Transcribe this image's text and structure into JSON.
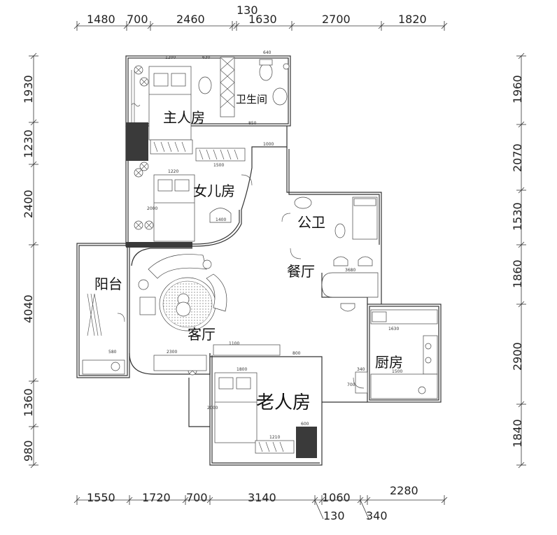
{
  "dimensions": {
    "top": [
      "1480",
      "700",
      "2460",
      "130",
      "1630",
      "2700",
      "1820"
    ],
    "bottom": [
      "1550",
      "1720",
      "700",
      "3140",
      "1060",
      "2280",
      "130",
      "340"
    ],
    "left": [
      "1930",
      "1230",
      "2400",
      "4040",
      "1360",
      "980"
    ],
    "right": [
      "1960",
      "2070",
      "1530",
      "1860",
      "2900",
      "1840"
    ]
  },
  "rooms": {
    "master_bedroom": "主人房",
    "bathroom": "卫生间",
    "daughter_room": "女儿房",
    "public_bath": "公卫",
    "dining": "餐厅",
    "balcony": "阳台",
    "living": "客厅",
    "kitchen": "厨房",
    "elder_room": "老人房"
  },
  "small_labels": {
    "m1": "1200",
    "m2": "630",
    "m3": "640",
    "m4": "850",
    "m5": "1000",
    "m6": "1500",
    "m7": "1220",
    "m8": "2000",
    "m9": "1400",
    "m10": "3680",
    "m11": "1100",
    "m12": "800",
    "m13": "2300",
    "m14": "580",
    "m15": "1800",
    "m16": "1210",
    "m17": "1630",
    "m18": "1500",
    "m19": "2000",
    "m20": "600",
    "m21": "700",
    "m22": "340"
  }
}
